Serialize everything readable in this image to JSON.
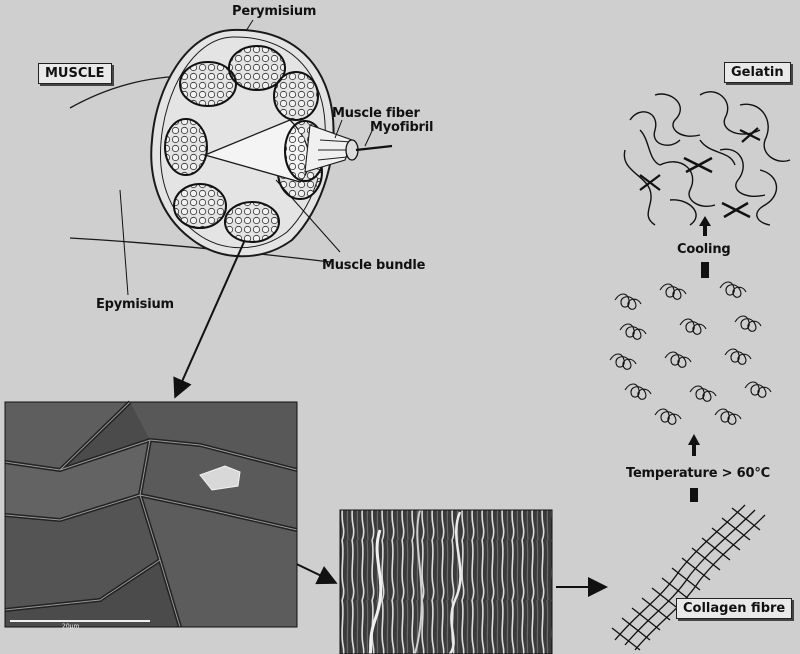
{
  "labels": {
    "muscle": "MUSCLE",
    "perymisium": "Perymisium",
    "muscle_fiber": "Muscle fiber",
    "myofibril": "Myofibril",
    "muscle_bundle": "Muscle bundle",
    "epymisium": "Epymisium",
    "gelatin": "Gelatin",
    "cooling": "Cooling",
    "temperature": "Temperature > 60°C",
    "collagen_fibre": "Collagen fibre"
  },
  "micrograph": {
    "scale_text": "20μm"
  },
  "colors": {
    "background": "#cfcfcf",
    "line": "#1a1a1a",
    "sem_dark": "#3e3e3e",
    "sem_light": "#8a8a8a"
  }
}
